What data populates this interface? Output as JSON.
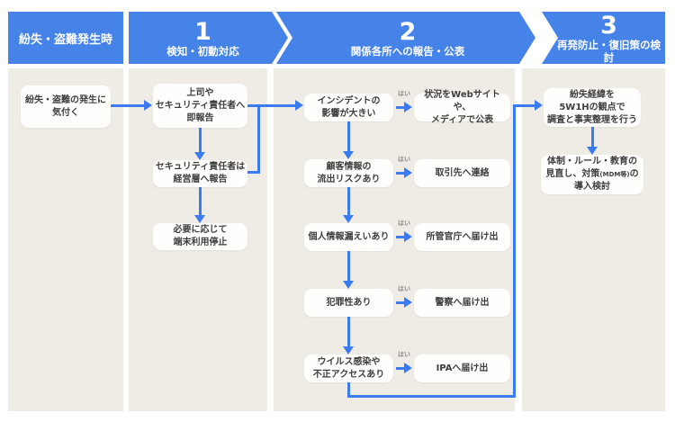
{
  "colors": {
    "header_blue": "#4583e8",
    "connector_blue": "#3a7cf0",
    "panel_beige": "#efece5",
    "node_white": "#fffefc",
    "text_dark": "#3f3e3c",
    "yes_grey": "#8a8a8a"
  },
  "header": {
    "trigger": {
      "label": "紛失・盗難発生時"
    },
    "steps": [
      {
        "number": "1",
        "label": "検知・初動対応"
      },
      {
        "number": "2",
        "label": "関係各所への報告・公表"
      },
      {
        "number": "3",
        "label": "再発防止・復旧策の検討"
      }
    ]
  },
  "flow": {
    "yes_label": "はい",
    "start": {
      "text": "紛失・盗難の発生に\n気付く"
    },
    "step1": {
      "nodes": [
        {
          "text": "上司や\nセキュリティ責任者へ\n即報告"
        },
        {
          "text": "セキュリティ責任者は\n経営層へ報告"
        },
        {
          "text": "必要に応じて\n端末利用停止"
        }
      ]
    },
    "step2": {
      "rows": [
        {
          "condition": "インシデントの\n影響が大きい",
          "action": "状況をWebサイトや、\nメディアで公表"
        },
        {
          "condition": "顧客情報の\n流出リスクあり",
          "action": "取引先へ連絡"
        },
        {
          "condition": "個人情報漏えいあり",
          "action": "所管官庁へ届け出"
        },
        {
          "condition": "犯罪性あり",
          "action": "警察へ届け出"
        },
        {
          "condition": "ウイルス感染や\n不正アクセスあり",
          "action": "IPAへ届け出"
        }
      ]
    },
    "step3": {
      "node1": {
        "text": "紛失経緯を\n5W1Hの観点で\n調査と事実整理を行う"
      },
      "node2": {
        "pre": "体制・ルール・教育の\n見直し、対策",
        "small": "(MDM等)",
        "post": "の\n導入検討"
      }
    }
  }
}
